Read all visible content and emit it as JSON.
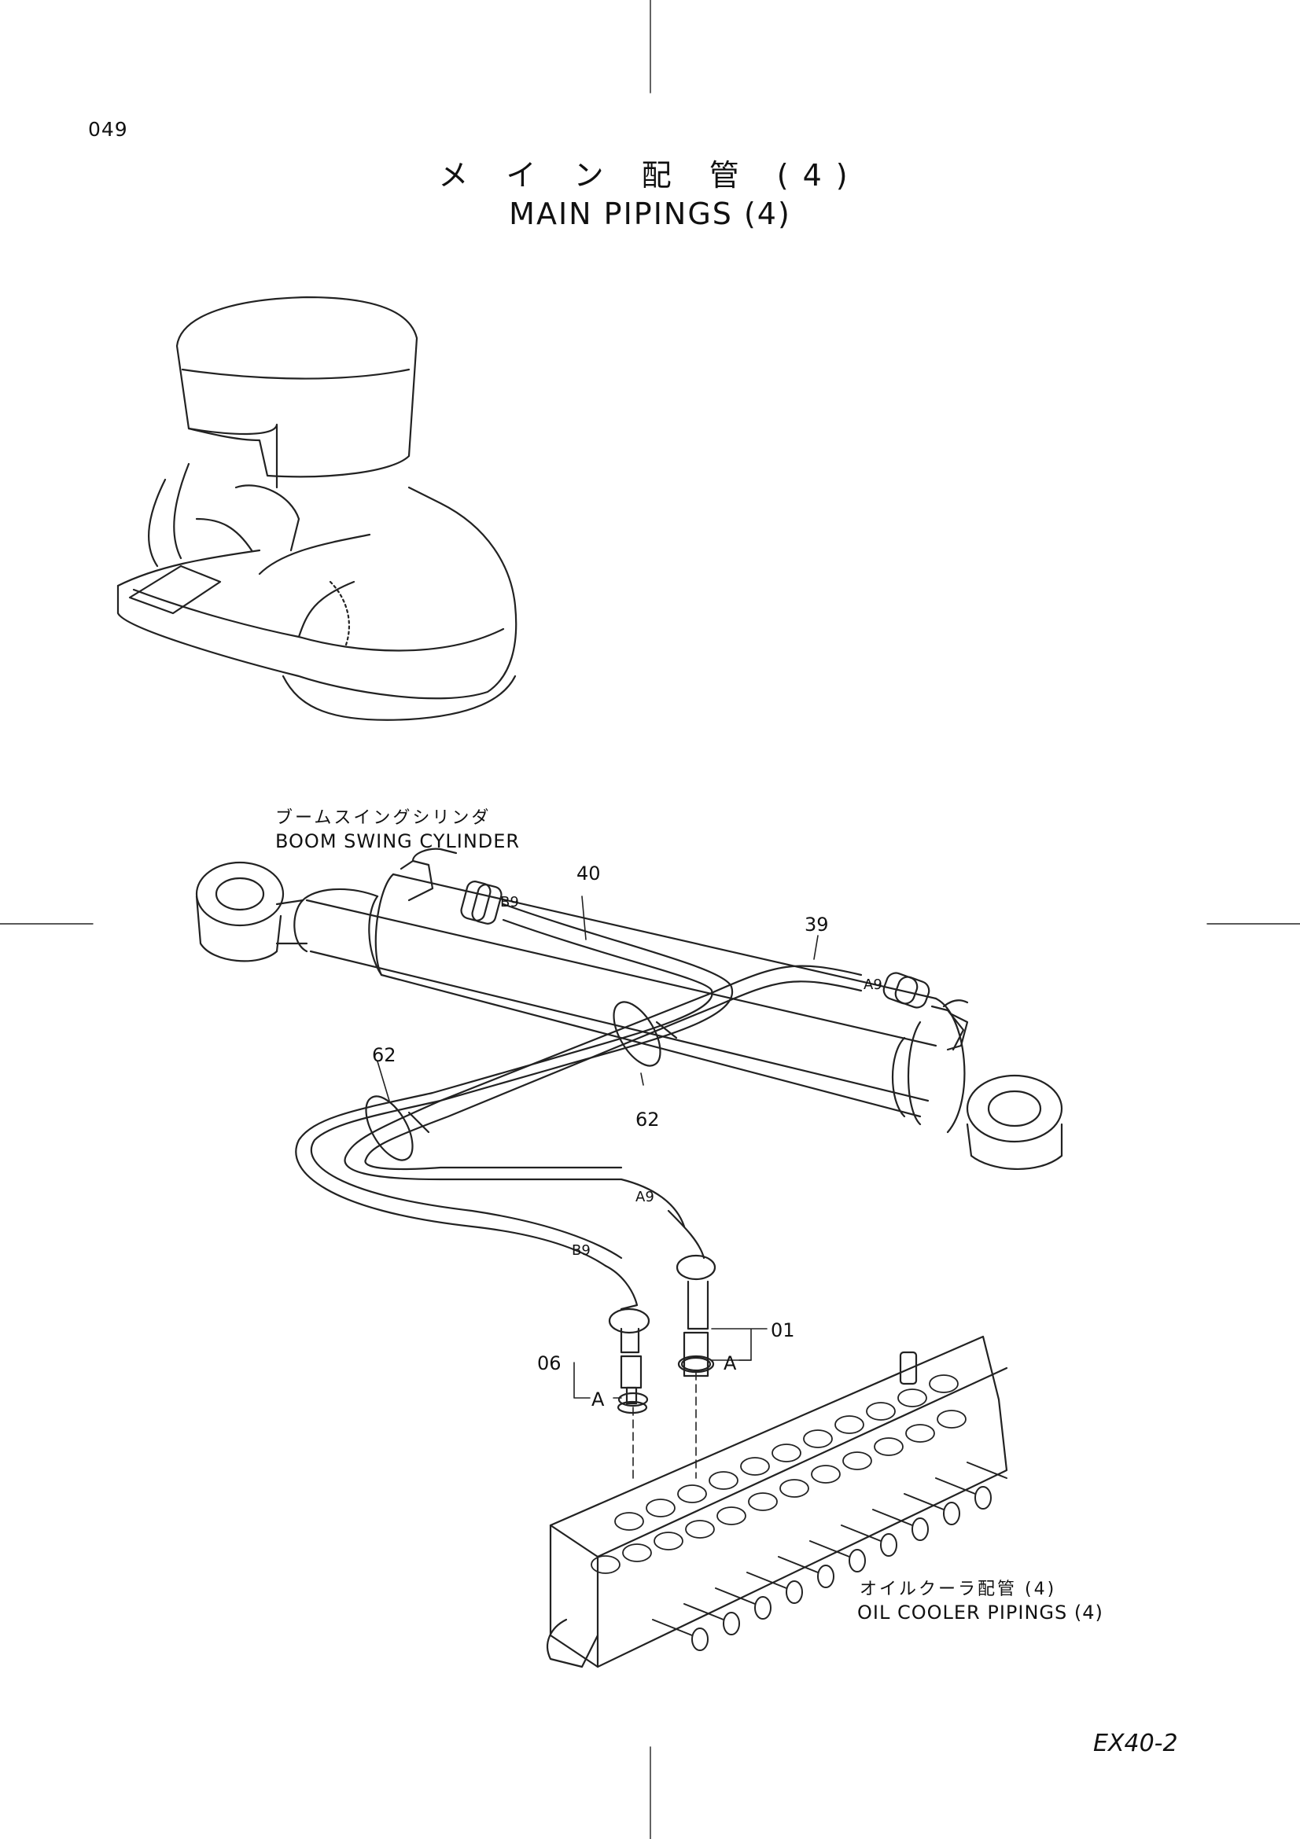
{
  "page_number": "049",
  "title": {
    "japanese": "メ イ ン 配 管 (4)",
    "english": "MAIN  PIPINGS  (4)"
  },
  "boom_swing_cylinder": {
    "japanese": "ブームスイングシリンダ",
    "english": "BOOM SWING CYLINDER"
  },
  "oil_cooler_pipings": {
    "japanese": "オイルクーラ配管 (4)",
    "english": "OIL  COOLER  PIPINGS  (4)"
  },
  "part_refs": {
    "p40": "40",
    "p39": "39",
    "p62_left": "62",
    "p62_right": "62",
    "p01": "01",
    "p06": "06"
  },
  "fitting_codes": {
    "b9_top": "B9",
    "a9_top": "A9",
    "a9_lower": "A9",
    "b9_lower": "B9",
    "a_left": "A",
    "a_right": "A"
  },
  "model": "EX40-2"
}
